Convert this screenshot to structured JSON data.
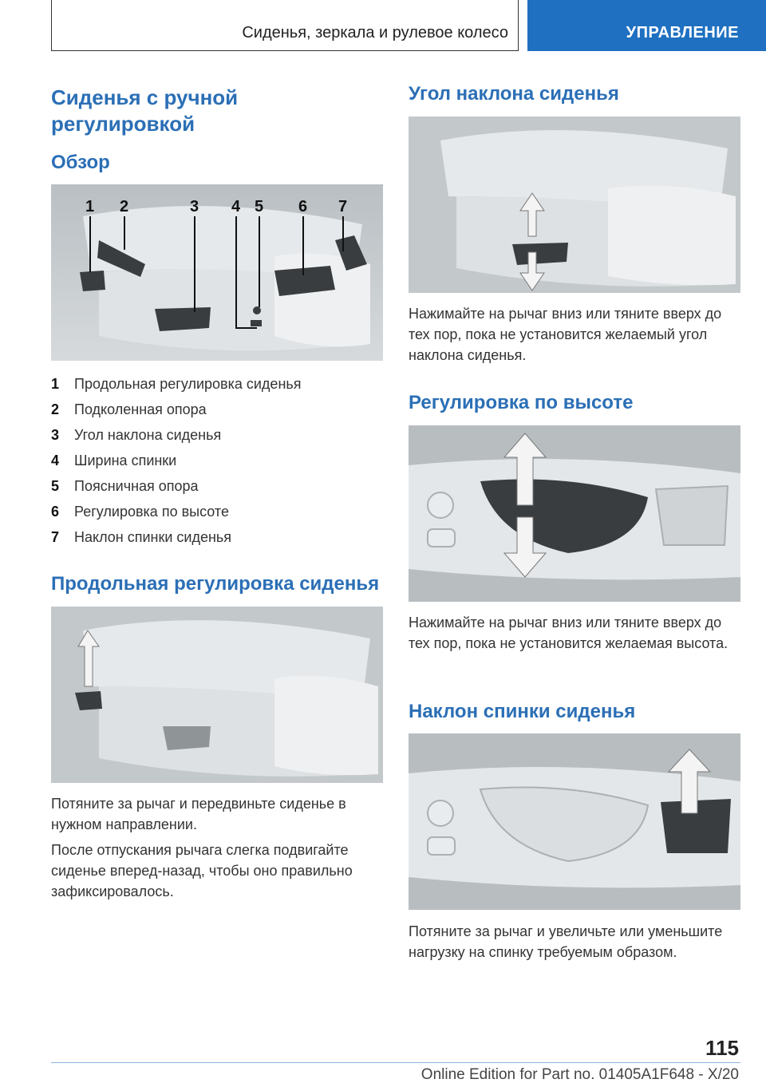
{
  "header": {
    "section_title": "Сиденья, зеркала и рулевое колесо",
    "tab_label": "УПРАВЛЕНИЕ"
  },
  "left": {
    "main_title": "Сиденья с ручной регулировкой",
    "overview_heading": "Обзор",
    "overview_callouts": [
      "1",
      "2",
      "3",
      "4",
      "5",
      "6",
      "7"
    ],
    "legend": [
      {
        "num": "1",
        "text": "Продольная регулировка сиденья"
      },
      {
        "num": "2",
        "text": "Подколенная опора"
      },
      {
        "num": "3",
        "text": "Угол наклона сиденья"
      },
      {
        "num": "4",
        "text": "Ширина спинки"
      },
      {
        "num": "5",
        "text": "Поясничная опора"
      },
      {
        "num": "6",
        "text": "Регулировка по высоте"
      },
      {
        "num": "7",
        "text": "Наклон спинки сиденья"
      }
    ],
    "longitudinal_heading": "Продольная регулировка сиденья",
    "longitudinal_para1": "Потяните за рычаг и передвиньте сиденье в нужном направлении.",
    "longitudinal_para2": "После отпускания рычага слегка подвигайте сиденье вперед-назад, чтобы оно правильно зафиксировалось."
  },
  "right": {
    "tilt_heading": "Угол наклона сиденья",
    "tilt_para": "Нажимайте на рычаг вниз или тяните вверх до тех пор, пока не установится желаемый угол наклона сиденья.",
    "height_heading": "Регулировка по высоте",
    "height_para": "Нажимайте на рычаг вниз или тяните вверх до тех пор, пока не установится желаемая высота.",
    "backrest_heading": "Наклон спинки сиденья",
    "backrest_para": "Потяните за рычаг и увеличьте или уменьшите нагрузку на спинку требуемым образом."
  },
  "footer": {
    "page_number": "115",
    "edition": "Online Edition for Part no. 01405A1F648 - X/20"
  }
}
